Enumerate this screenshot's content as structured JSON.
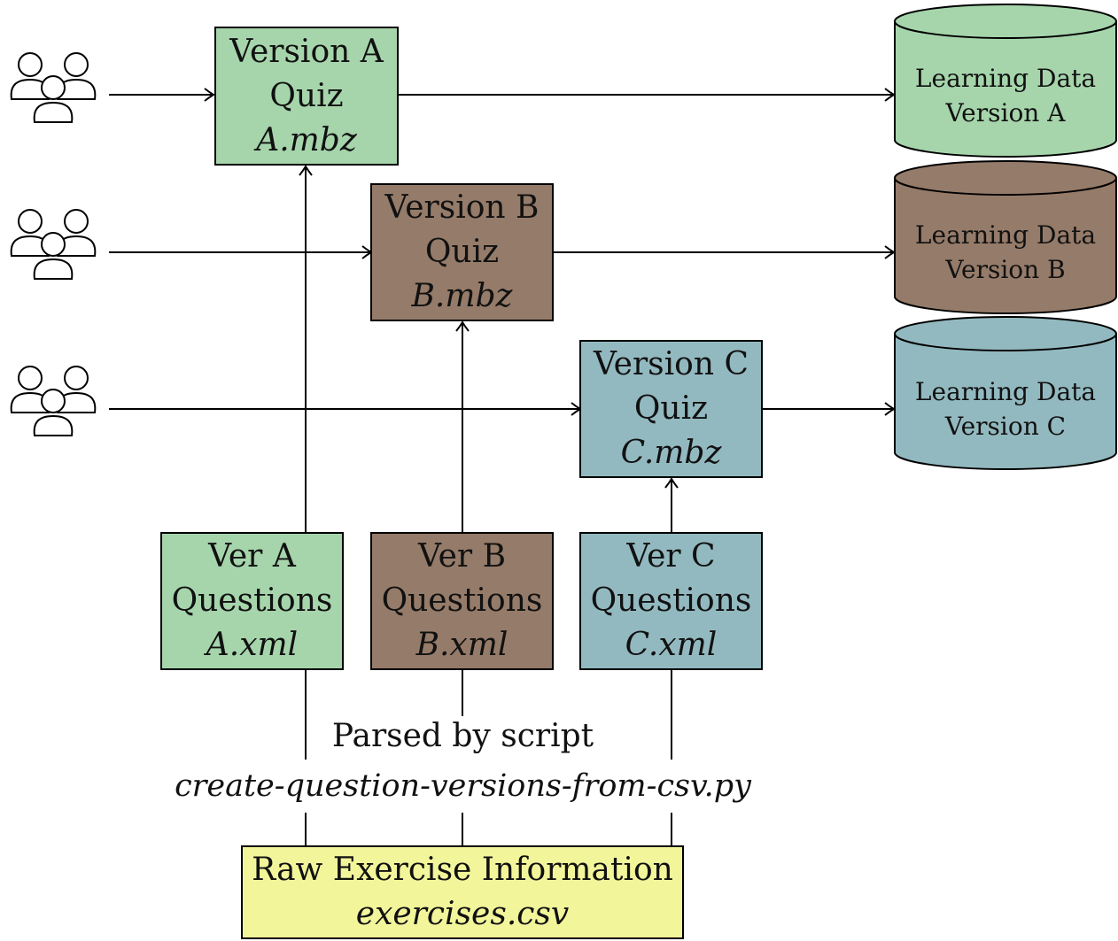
{
  "colors": {
    "version_a": "#a6d5ac",
    "version_b": "#957b69",
    "version_c": "#93b9c0",
    "raw": "#f2f59a",
    "stroke": "#000000"
  },
  "icons": {
    "group": "users-group-icon"
  },
  "quizzes": [
    {
      "title": "Version A",
      "subtitle": "Quiz",
      "file": "A.mbz"
    },
    {
      "title": "Version B",
      "subtitle": "Quiz",
      "file": "B.mbz"
    },
    {
      "title": "Version C",
      "subtitle": "Quiz",
      "file": "C.mbz"
    }
  ],
  "databases": [
    {
      "line1": "Learning Data",
      "line2": "Version A"
    },
    {
      "line1": "Learning Data",
      "line2": "Version B"
    },
    {
      "line1": "Learning Data",
      "line2": "Version C"
    }
  ],
  "questions": [
    {
      "title": "Ver A",
      "subtitle": "Questions",
      "file": "A.xml"
    },
    {
      "title": "Ver B",
      "subtitle": "Questions",
      "file": "B.xml"
    },
    {
      "title": "Ver C",
      "subtitle": "Questions",
      "file": "C.xml"
    }
  ],
  "parser": {
    "label": "Parsed by script",
    "script": "create-question-versions-from-csv.py"
  },
  "raw": {
    "title": "Raw Exercise Information",
    "file": "exercises.csv"
  }
}
